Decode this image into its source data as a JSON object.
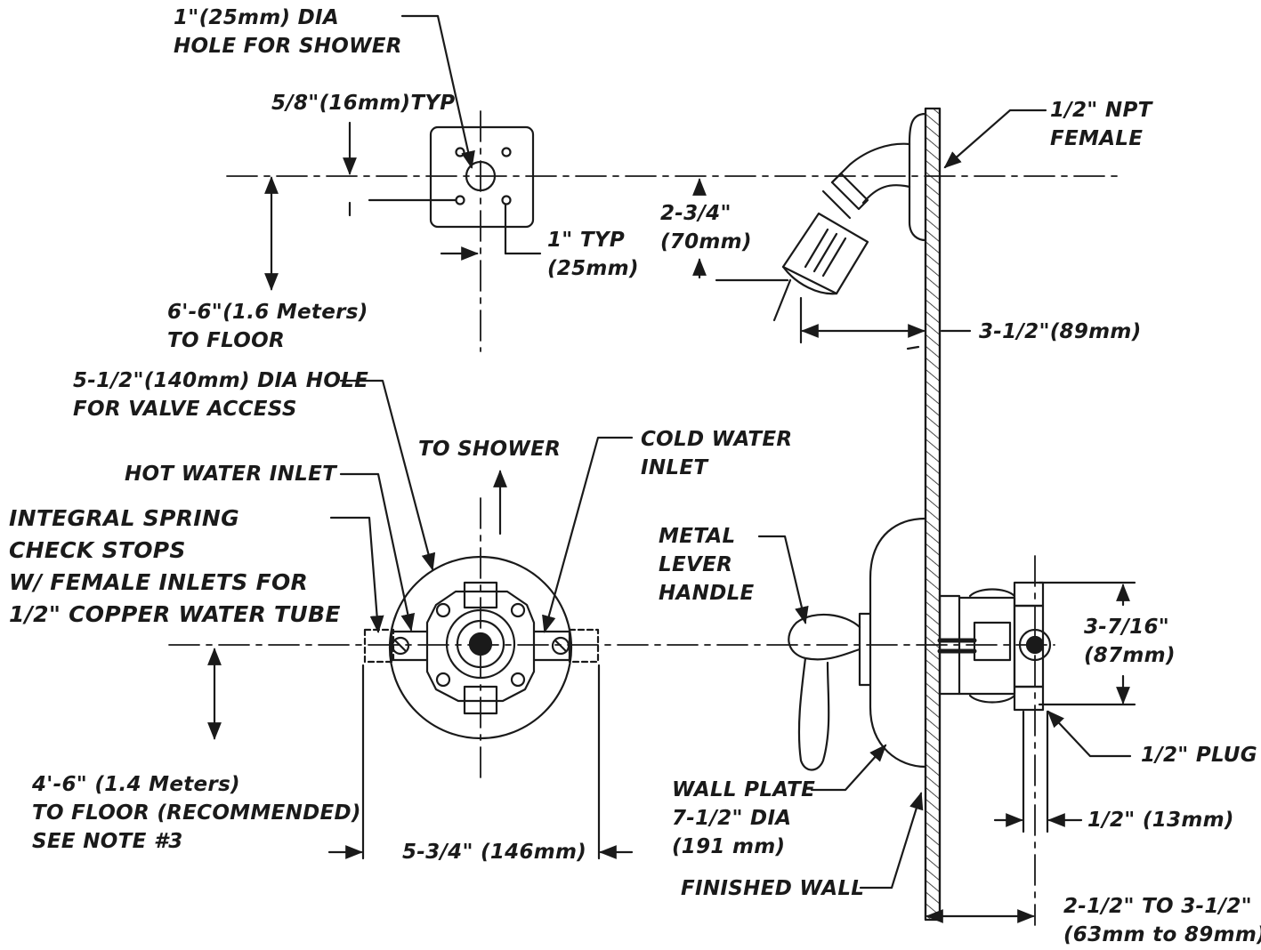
{
  "labels": {
    "shower_hole": [
      "1\"(25mm) DIA",
      "HOLE FOR SHOWER"
    ],
    "typ_5_8": [
      "5/8\"(16mm)TYP"
    ],
    "typ_1": [
      "1\" TYP",
      "(25mm)"
    ],
    "shower_height": [
      "6'-6\"(1.6 Meters)",
      "TO FLOOR"
    ],
    "valve_hole": [
      "5-1/2\"(140mm) DIA HOLE",
      "FOR VALVE ACCESS"
    ],
    "to_shower": [
      "TO SHOWER"
    ],
    "hot_inlet": [
      "HOT WATER INLET"
    ],
    "cold_inlet": [
      "COLD WATER",
      "INLET"
    ],
    "check_stops": [
      "INTEGRAL SPRING",
      "CHECK STOPS",
      "W/ FEMALE INLETS FOR",
      "1/2\" COPPER WATER TUBE"
    ],
    "valve_height": [
      "4'-6\" (1.4 Meters)",
      "TO FLOOR (RECOMMENDED)",
      "SEE NOTE #3"
    ],
    "valve_width": [
      "5-3/4\" (146mm)"
    ],
    "npt": [
      "1/2\" NPT",
      "FEMALE"
    ],
    "arm_drop": [
      "2-3/4\"",
      "(70mm)"
    ],
    "arm_reach": [
      "3-1/2\"(89mm)"
    ],
    "lever": [
      "METAL",
      "LEVER",
      "HANDLE"
    ],
    "body_height": [
      "3-7/16\"",
      "(87mm)"
    ],
    "plug": [
      "1/2\" PLUG"
    ],
    "wall_plate": [
      "WALL PLATE",
      "7-1/2\" DIA",
      "(191 mm)"
    ],
    "plug_offset": [
      "1/2\" (13mm)"
    ],
    "finished_wall": [
      "FINISHED WALL"
    ],
    "depth": [
      "2-1/2\" TO 3-1/2\"",
      "(63mm to 89mm)"
    ]
  }
}
